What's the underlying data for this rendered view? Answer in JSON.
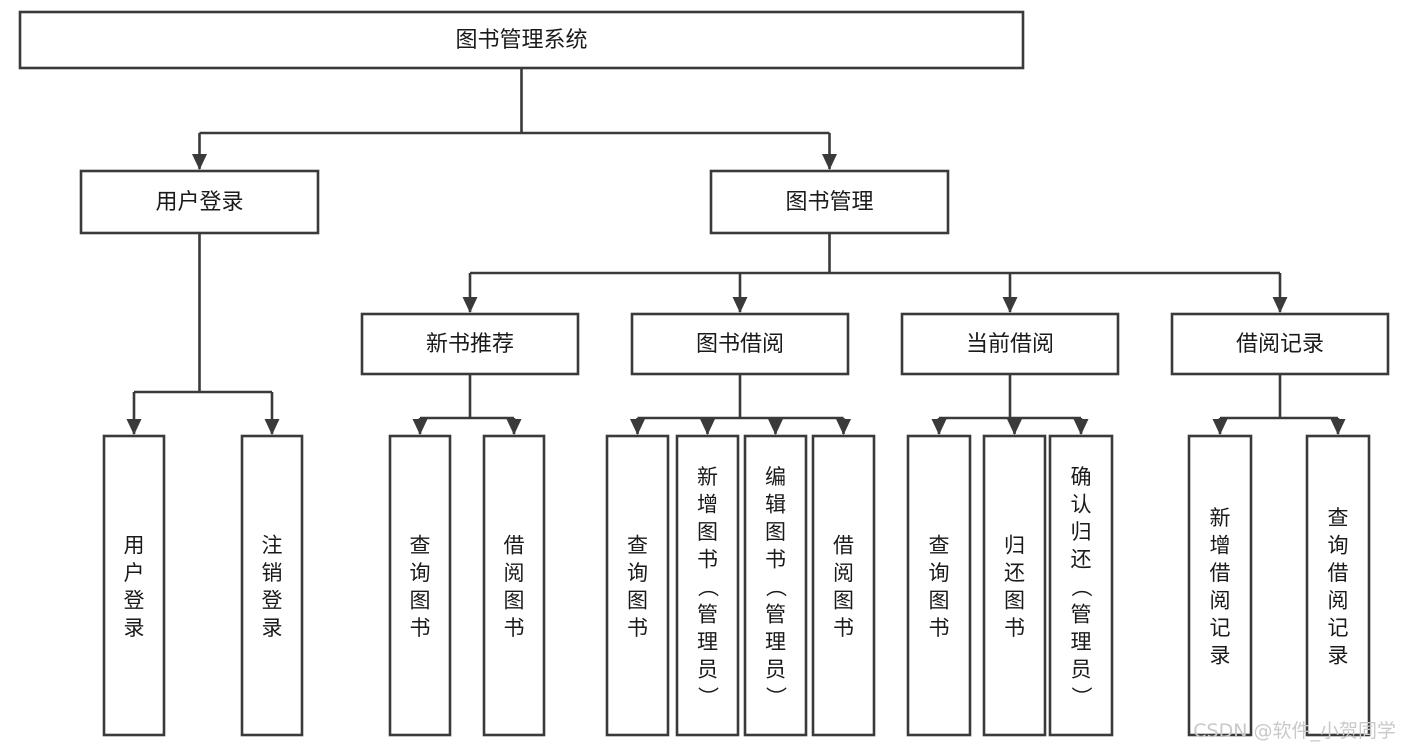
{
  "diagram": {
    "type": "hierarchy-tree",
    "title": "图书管理系统",
    "orientation": "top-down",
    "colors": {
      "box_stroke": "#3a3a3a",
      "box_fill": "#ffffff",
      "text": "#1a1a1a",
      "watermark": "#c9c9c9",
      "background": "#ffffff"
    },
    "root": {
      "id": "root",
      "label": "图书管理系统"
    },
    "level2": [
      {
        "id": "login",
        "label": "用户登录"
      },
      {
        "id": "bookmgmt",
        "label": "图书管理"
      }
    ],
    "level3": [
      {
        "id": "newbook",
        "label": "新书推荐",
        "parent": "bookmgmt"
      },
      {
        "id": "borrow",
        "label": "图书借阅",
        "parent": "bookmgmt"
      },
      {
        "id": "current",
        "label": "当前借阅",
        "parent": "bookmgmt"
      },
      {
        "id": "records",
        "label": "借阅记录",
        "parent": "bookmgmt"
      }
    ],
    "leaves": [
      {
        "id": "leaf-user-login",
        "label": "用户登录",
        "parent": "login"
      },
      {
        "id": "leaf-logout",
        "label": "注销登录",
        "parent": "login"
      },
      {
        "id": "leaf-query-book-1",
        "label": "查询图书",
        "parent": "newbook"
      },
      {
        "id": "leaf-borrow-book-1",
        "label": "借阅图书",
        "parent": "newbook"
      },
      {
        "id": "leaf-query-book-2",
        "label": "查询图书",
        "parent": "borrow"
      },
      {
        "id": "leaf-add-book",
        "label": "新增图书（管理员）",
        "parent": "borrow"
      },
      {
        "id": "leaf-edit-book",
        "label": "编辑图书（管理员）",
        "parent": "borrow"
      },
      {
        "id": "leaf-borrow-book-2",
        "label": "借阅图书",
        "parent": "borrow"
      },
      {
        "id": "leaf-query-book-3",
        "label": "查询图书",
        "parent": "current"
      },
      {
        "id": "leaf-return-book",
        "label": "归还图书",
        "parent": "current"
      },
      {
        "id": "leaf-confirm-return",
        "label": "确认归还（管理员）",
        "parent": "current"
      },
      {
        "id": "leaf-add-record",
        "label": "新增借阅记录",
        "parent": "records"
      },
      {
        "id": "leaf-query-record",
        "label": "查询借阅记录",
        "parent": "records"
      }
    ],
    "watermark": "CSDN @软件_小贺同学"
  }
}
